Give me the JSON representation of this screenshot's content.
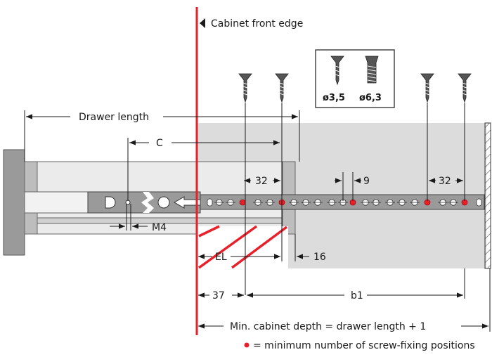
{
  "labels": {
    "cabinet_front_edge": "Cabinet front edge",
    "drawer_length": "Drawer length",
    "c": "C",
    "m4": "M4",
    "el": "EL",
    "dim_37": "37",
    "b1": "b1",
    "dim_16": "16",
    "dim_32_left": "32",
    "dim_32_right": "32",
    "dim_9": "9",
    "min_depth": "Min. cabinet depth = drawer length + 1",
    "legend": "= minimum number of screw-fixing positions"
  },
  "screws": {
    "small_diameter": "ø3,5",
    "large_diameter": "ø6,3"
  },
  "colors": {
    "cabinet_edge_red": "#e8202a",
    "cabinet_fill": "#dcdcdc",
    "drawer_fill": "#ebebeb",
    "slide_fill": "#9a9a9a",
    "hatch": "#555555",
    "dot_red": "#e8202a"
  }
}
